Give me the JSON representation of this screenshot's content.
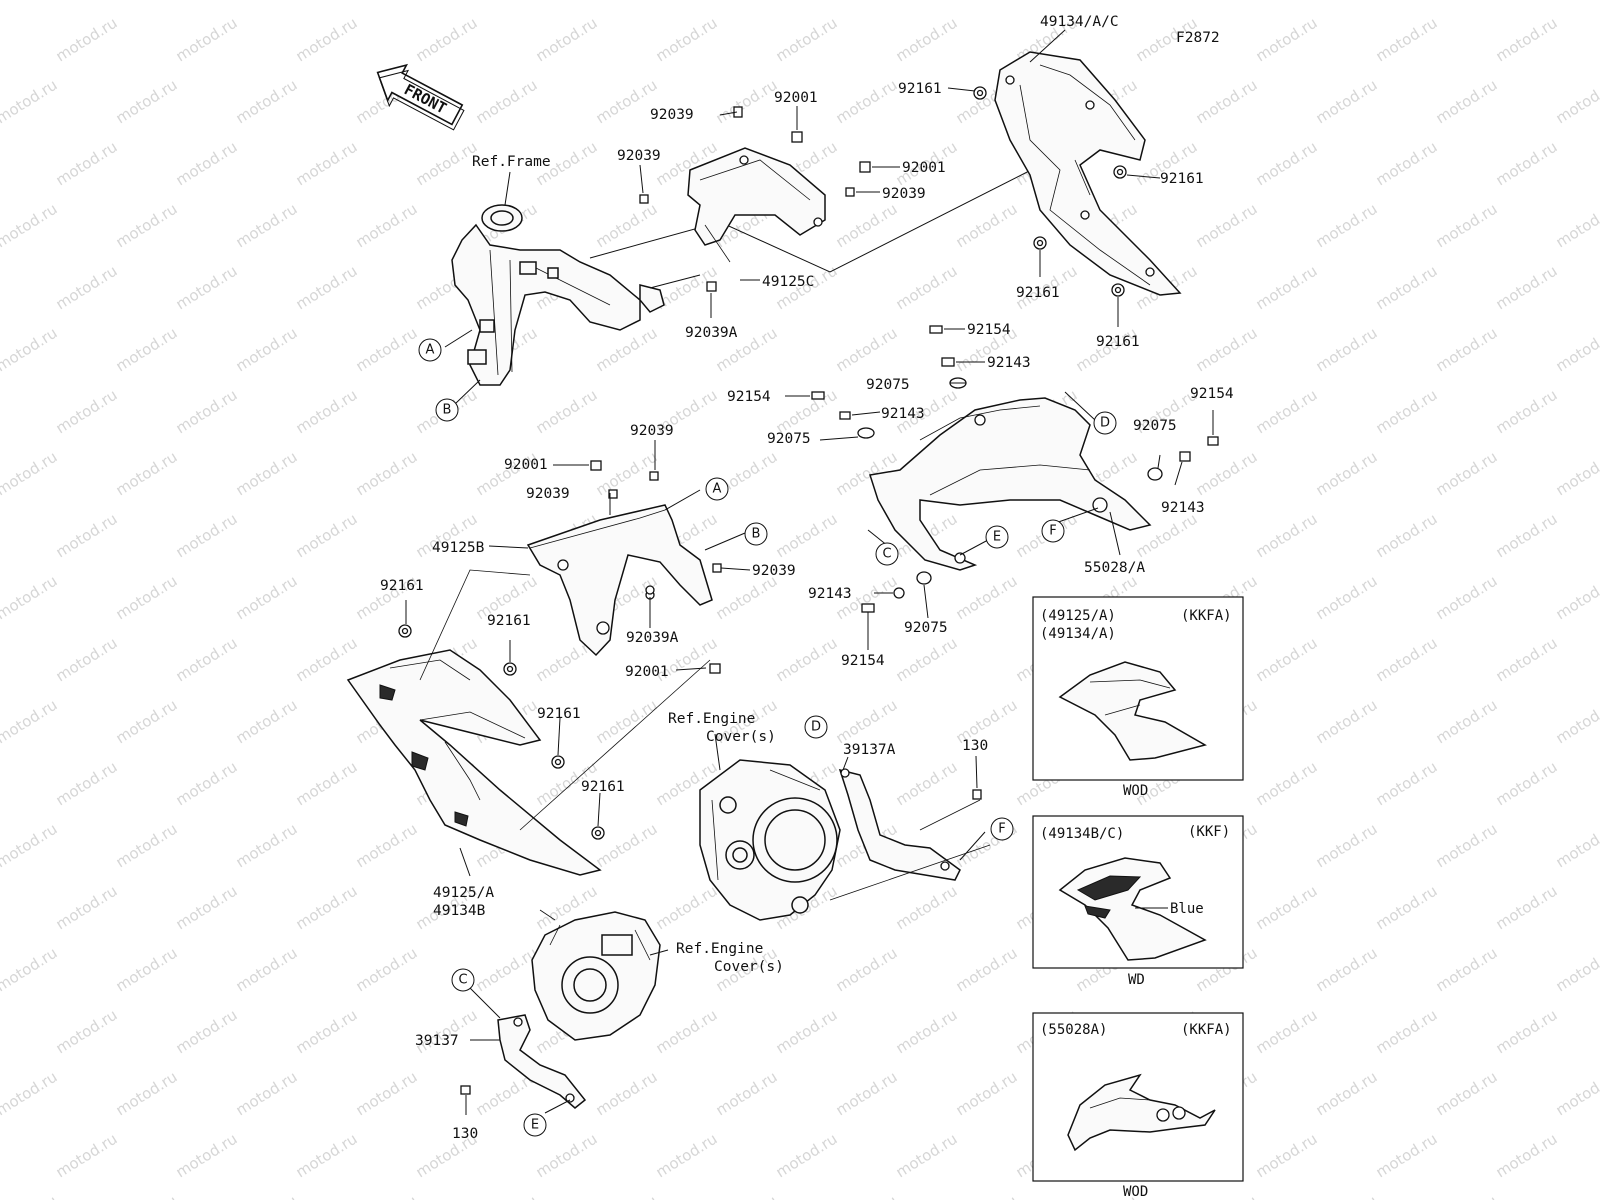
{
  "figure_code": "F2872",
  "direction_arrow": "FRONT",
  "refs": {
    "frame": "Ref.Frame",
    "engine_cover_1_line1": "Ref.Engine",
    "engine_cover_1_line2": "Cover(s)",
    "engine_cover_2_line1": "Ref.Engine",
    "engine_cover_2_line2": "Cover(s)"
  },
  "callouts": {
    "a1": "A",
    "b1": "B",
    "a2": "A",
    "b2": "B",
    "c1": "C",
    "c2": "C",
    "d1": "D",
    "d2": "D",
    "e1": "E",
    "e2": "E",
    "f1": "F",
    "f2": "F"
  },
  "part_labels": {
    "p49134ac": "49134/A/C",
    "p92161_a": "92161",
    "p92161_b": "92161",
    "p92161_c": "92161",
    "p92161_d": "92161",
    "p92039_a": "92039",
    "p92001_a": "92001",
    "p92039_b": "92039",
    "p92001_b": "92001",
    "p92039_c": "92039",
    "p49125c": "49125C",
    "p92039a_a": "92039A",
    "p92154_a": "92154",
    "p92143_a": "92143",
    "p92075_a": "92075",
    "p92154_b": "92154",
    "p92143_b": "92143",
    "p92075_b": "92075",
    "p92154_c": "92154",
    "p92075_c": "92075",
    "p92143_c": "92143",
    "p55028a": "55028/A",
    "p92143_d": "92143",
    "p92075_d": "92075",
    "p92154_d": "92154",
    "p92039_d": "92039",
    "p92001_c": "92001",
    "p92039_e": "92039",
    "p49125b": "49125B",
    "p92039_f": "92039",
    "p92039a_b": "92039A",
    "p92001_d": "92001",
    "p92161_e": "92161",
    "p92161_f": "92161",
    "p92161_g": "92161",
    "p92161_h": "92161",
    "p49125a_1": "49125/A",
    "p49125a_2": "49134B",
    "p39137a": "39137A",
    "p130_a": "130",
    "p39137": "39137",
    "p130_b": "130"
  },
  "variant_boxes": [
    {
      "line1": "(49125/A)",
      "line2": "(49134/A)",
      "code": "(KKFA)",
      "color_note": "",
      "caption": "WOD"
    },
    {
      "line1": "(49134B/C)",
      "line2": "",
      "code": "(KKF)",
      "color_note": "Blue",
      "caption": "WD"
    },
    {
      "line1": "(55028A)",
      "line2": "",
      "code": "(KKFA)",
      "color_note": "",
      "caption": "WOD"
    }
  ],
  "watermark": "motod.ru"
}
